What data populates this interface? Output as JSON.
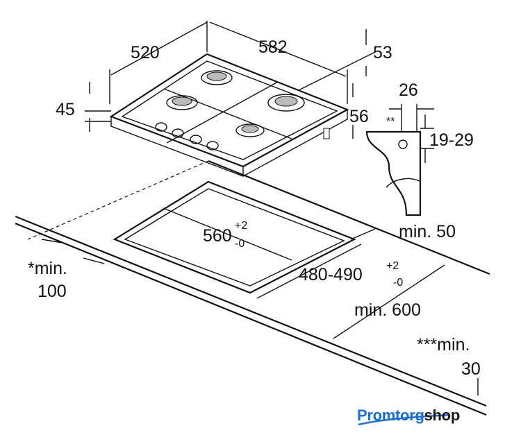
{
  "dimensions": {
    "width_520": "520",
    "depth_582": "582",
    "d53": "53",
    "height_45": "45",
    "d26": "26",
    "double_star": "**",
    "d56": "56",
    "range_19_29": "19-29",
    "cutout_width": "560",
    "cutout_width_tol_plus": "+2",
    "cutout_width_tol_minus": "-0",
    "min_50": "min. 50",
    "min_100_line1": "*min.",
    "min_100_line2": "100",
    "cutout_depth": "480-490",
    "cutout_depth_tol_plus": "+2",
    "cutout_depth_tol_minus": "-0",
    "min_600": "min. 600",
    "min_30_line1": "***min.",
    "min_30_line2": "30"
  },
  "logo": {
    "part1": "Promtorg",
    "part2": "shop",
    "color": "#1a6fd6"
  }
}
